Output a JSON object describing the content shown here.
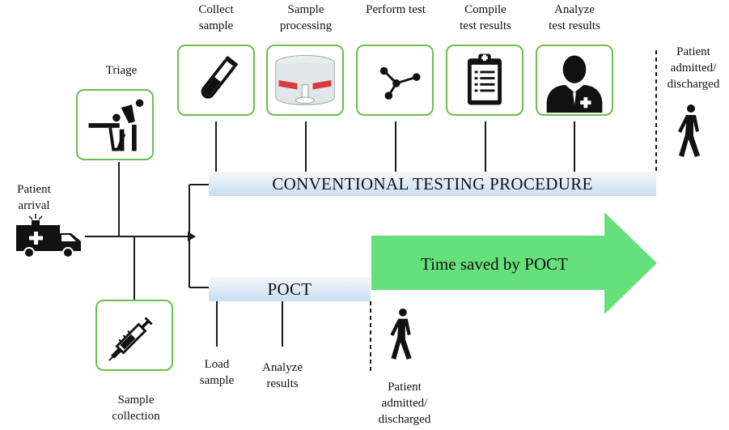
{
  "labels": {
    "triage": "Triage",
    "patient_arrival_1": "Patient",
    "patient_arrival_2": "arrival",
    "collect_sample_1": "Collect",
    "collect_sample_2": "sample",
    "sample_processing_1": "Sample",
    "sample_processing_2": "processing",
    "perform_test": "Perform test",
    "compile_results_1": "Compile",
    "compile_results_2": "test results",
    "analyze_results_1": "Analyze",
    "analyze_results_2": "test results",
    "top_discharge_1": "Patient",
    "top_discharge_2": "admitted/",
    "top_discharge_3": "discharged",
    "sample_collection_1": "Sample",
    "sample_collection_2": "collection",
    "load_sample_1": "Load",
    "load_sample_2": "sample",
    "poct_analyze_1": "Analyze",
    "poct_analyze_2": "results",
    "bottom_discharge_1": "Patient",
    "bottom_discharge_2": "admitted/",
    "bottom_discharge_3": "discharged"
  },
  "bars": {
    "conventional": "CONVENTIONAL TESTING PROCEDURE",
    "poct": "POCT"
  },
  "arrow": {
    "label": "Time saved by POCT",
    "color": "#66e07a"
  },
  "colors": {
    "box_border": "#6bbf4e",
    "line": "#1a1a1a",
    "bar_light": "#f4f8fc",
    "bar_dark": "#c9def0"
  },
  "icons": [
    "triage-icon",
    "ambulance-icon",
    "test-tube-icon",
    "centrifuge-icon",
    "network-icon",
    "clipboard-icon",
    "doctor-icon",
    "syringe-icon",
    "walking-person-icon"
  ]
}
